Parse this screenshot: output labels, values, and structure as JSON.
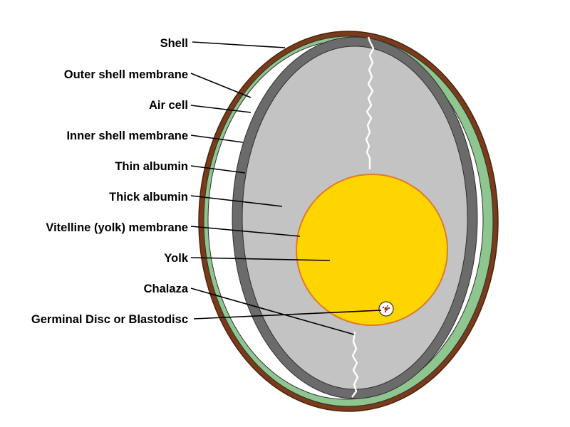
{
  "labels": {
    "shell": "Shell",
    "outer_shell_membrane": "Outer shell membrane",
    "air_cell": "Air cell",
    "inner_shell_membrane": "Inner shell membrane",
    "thin_albumin": "Thin albumin",
    "thick_albumin": "Thick albumin",
    "vitelline_membrane": "Vitelline (yolk) membrane",
    "yolk": "Yolk",
    "chalaza": "Chalaza",
    "germinal_disc": "Germinal Disc or Blastodisc"
  },
  "colors": {
    "shell": "#7a3b1a",
    "outer_membrane": "#8fc58f",
    "air_cell": "#ffffff",
    "inner_membrane": "#6b6b6b",
    "albumin": "#c3c3c3",
    "yolk": "#ffd500",
    "yolk_membrane": "#e07a2a",
    "chalaza": "#ffffff",
    "blastodisc_dot": "#a0302a"
  }
}
